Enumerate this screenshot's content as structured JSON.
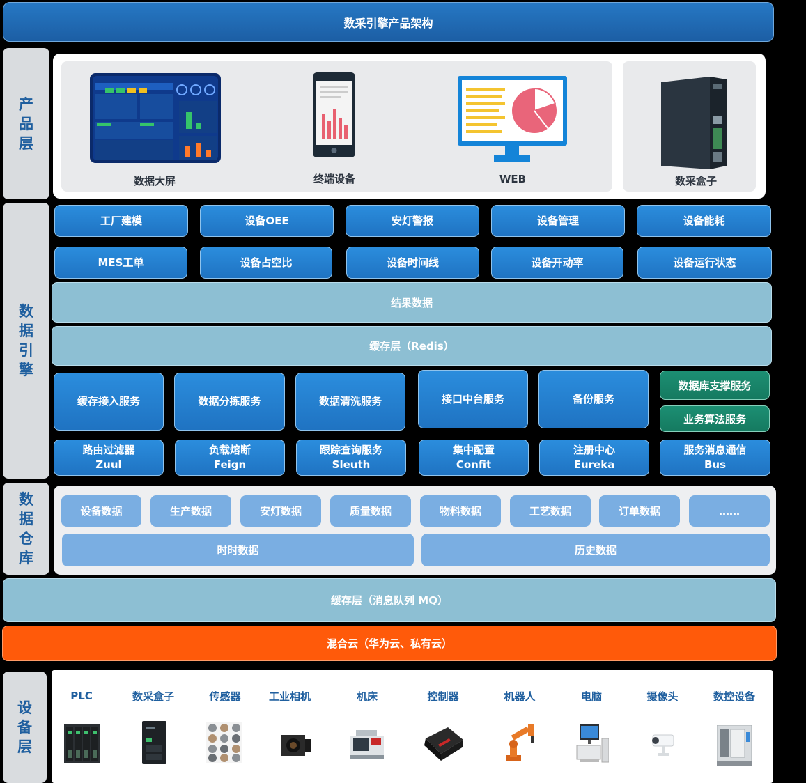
{
  "title": "数采引擎产品架构",
  "layers": {
    "product": "产\n品\n层",
    "engine": "数\n据\n引\n擎",
    "warehouse": "数\n据\n仓\n库",
    "device": "设\n备\n层"
  },
  "product": {
    "items": [
      "数据大屏",
      "终端设备",
      "WEB",
      "数采盒子"
    ]
  },
  "engine": {
    "row1": [
      "工厂建模",
      "设备OEE",
      "安灯警报",
      "设备管理",
      "设备能耗"
    ],
    "row2": [
      "MES工单",
      "设备占空比",
      "设备时间线",
      "设备开动率",
      "设备运行状态"
    ],
    "result_bar": "结果数据",
    "cache_bar": "缓存层（Redis）",
    "services": [
      "缓存接入服务",
      "数据分拣服务",
      "数据清洗服务",
      "接口中台服务",
      "备份服务"
    ],
    "green_services": [
      "数据库支撑服务",
      "业务算法服务"
    ],
    "components": [
      {
        "name": "路由过滤器",
        "tech": "Zuul"
      },
      {
        "name": "负载熔断",
        "tech": "Feign"
      },
      {
        "name": "跟踪查询服务",
        "tech": "Sleuth"
      },
      {
        "name": "集中配置",
        "tech": "Confit"
      },
      {
        "name": "注册中心",
        "tech": "Eureka"
      },
      {
        "name": "服务消息通信",
        "tech": "Bus"
      }
    ]
  },
  "warehouse": {
    "items": [
      "设备数据",
      "生产数据",
      "安灯数据",
      "质量数据",
      "物料数据",
      "工艺数据",
      "订单数据",
      "……"
    ],
    "realtime": "时时数据",
    "history": "历史数据"
  },
  "mq_bar": "缓存层（消息队列 MQ）",
  "cloud_bar": "混合云（华为云、私有云）",
  "devices": [
    "PLC",
    "数采盒子",
    "传感器",
    "工业相机",
    "机床",
    "控制器",
    "机器人",
    "电脑",
    "摄像头",
    "数控设备"
  ],
  "colors": {
    "primary_blue": "#2180d0",
    "light_bar": "#8dbfd3",
    "green": "#1a8a6e",
    "orange": "#ff5a0a",
    "warehouse_blue": "#7aaee2"
  }
}
